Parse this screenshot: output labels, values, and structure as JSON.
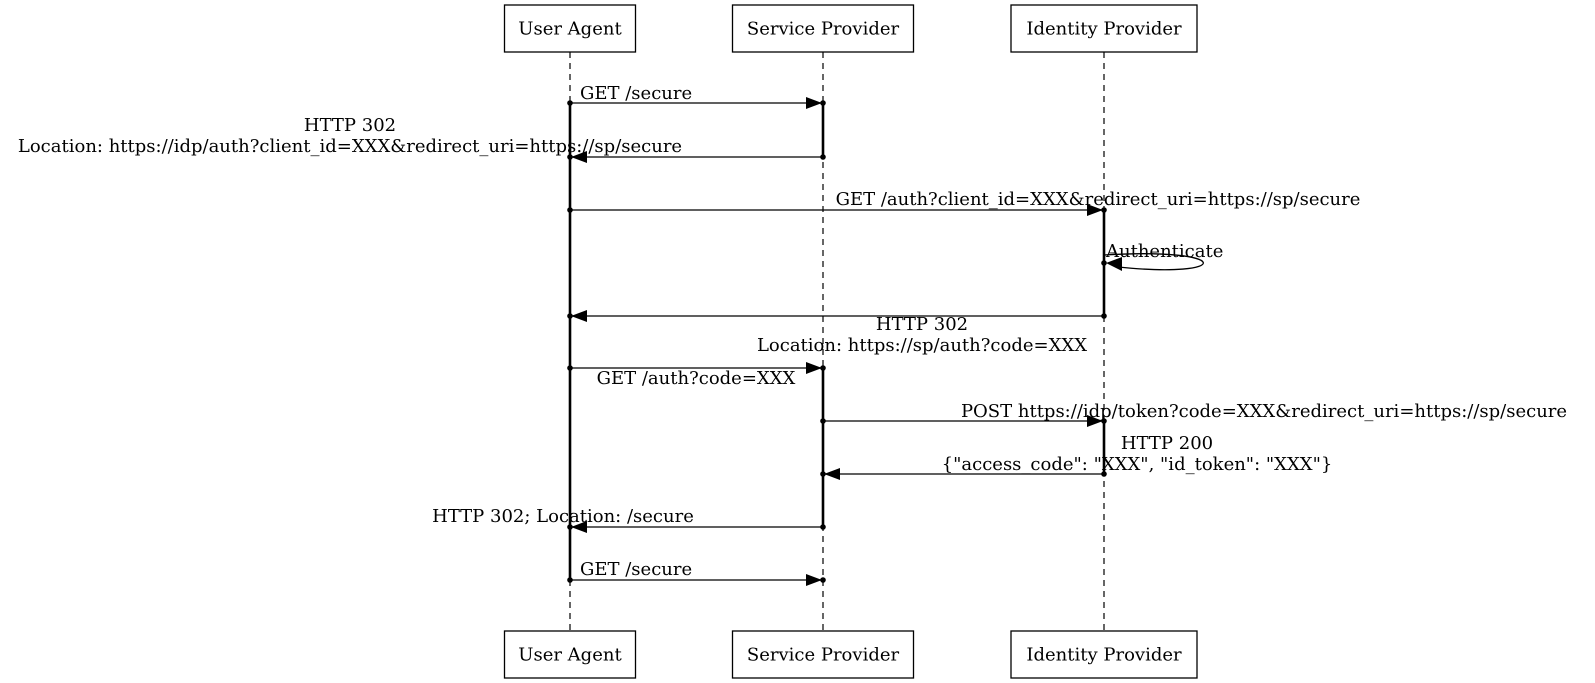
{
  "diagram": {
    "type": "sequence",
    "actors": [
      {
        "id": "ua",
        "label": "User Agent"
      },
      {
        "id": "sp",
        "label": "Service Provider"
      },
      {
        "id": "idp",
        "label": "Identity Provider"
      }
    ],
    "messages": [
      {
        "from": "ua",
        "to": "sp",
        "lines": [
          "GET /secure"
        ]
      },
      {
        "from": "sp",
        "to": "ua",
        "lines": [
          "HTTP 302",
          "Location: https://idp/auth?client_id=XXX&redirect_uri=https://sp/secure"
        ]
      },
      {
        "from": "ua",
        "to": "idp",
        "lines": [
          "GET /auth?client_id=XXX&redirect_uri=https://sp/secure"
        ]
      },
      {
        "from": "idp",
        "to": "idp",
        "lines": [
          "Authenticate"
        ]
      },
      {
        "from": "idp",
        "to": "ua",
        "lines": [
          "HTTP 302",
          "Location: https://sp/auth?code=XXX"
        ]
      },
      {
        "from": "ua",
        "to": "sp",
        "lines": [
          "GET /auth?code=XXX"
        ]
      },
      {
        "from": "sp",
        "to": "idp",
        "lines": [
          "POST https://idp/token?code=XXX&redirect_uri=https://sp/secure"
        ]
      },
      {
        "from": "idp",
        "to": "sp",
        "lines": [
          "HTTP 200",
          "{\"access_code\": \"XXX\", \"id_token\": \"XXX\"}"
        ]
      },
      {
        "from": "sp",
        "to": "ua",
        "lines": [
          "HTTP 302; Location: /secure"
        ]
      },
      {
        "from": "ua",
        "to": "sp",
        "lines": [
          "GET /secure"
        ]
      }
    ]
  }
}
